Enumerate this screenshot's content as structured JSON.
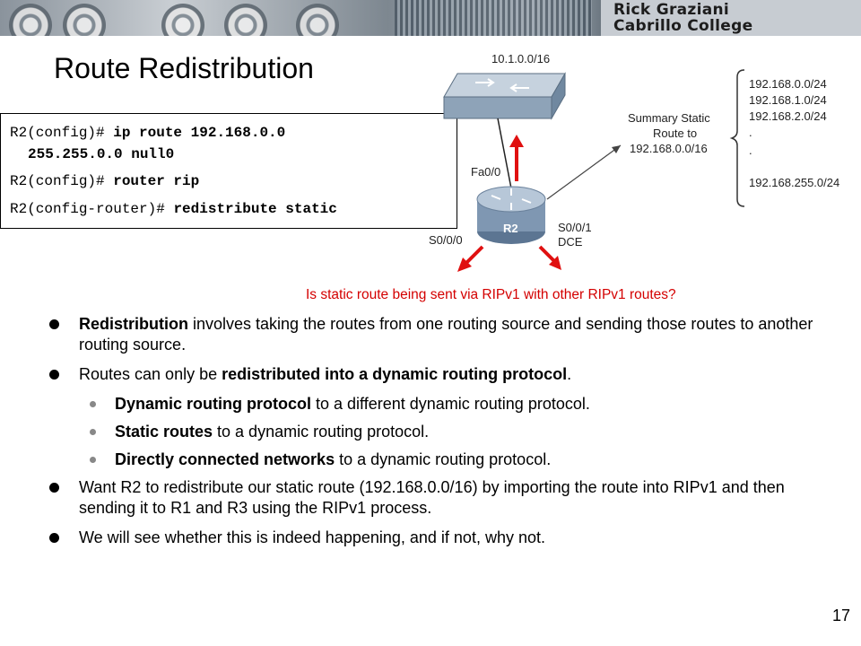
{
  "header": {
    "brand_line1": "Rick Graziani",
    "brand_line2": "Cabrillo College"
  },
  "slide": {
    "title": "Route Redistribution",
    "page_number": "17"
  },
  "commands": {
    "c1_prompt": "R2(config)# ",
    "c1_cmd": "ip route 192.168.0.0",
    "c1_cont": "255.255.0.0 null0",
    "c2_prompt": "R2(config)# ",
    "c2_cmd": "router rip",
    "c3_prompt": "R2(config-router)# ",
    "c3_cmd": "redistribute static"
  },
  "diagram": {
    "network_top": "10.1.0.0/16",
    "fa_label": "Fa0/0",
    "router_label": "R2",
    "s000_label": "S0/0/0",
    "s001_label": "S0/0/1",
    "dce_label": "DCE",
    "summary_l1": "Summary Static",
    "summary_l2": "Route to",
    "summary_l3": "192.168.0.0/16",
    "routes": [
      "192.168.0.0/24",
      "192.168.1.0/24",
      "192.168.2.0/24",
      ".",
      ".",
      "192.168.255.0/24"
    ],
    "question": "Is static route being sent via RIPv1 with other RIPv1 routes?",
    "arrow_color": "#e01010"
  },
  "bullets": {
    "b1_bold": "Redistribution",
    "b1_rest": " involves taking the routes from one routing source and sending those routes to another routing source.",
    "b2_pre": "Routes can only be ",
    "b2_bold": "redistributed into a dynamic routing protocol",
    "b2_post": ".",
    "s1_bold": "Dynamic routing protocol",
    "s1_rest": " to a different dynamic routing protocol.",
    "s2_bold": "Static routes",
    "s2_rest": " to a dynamic routing protocol.",
    "s3_bold": "Directly connected networks",
    "s3_rest": " to a dynamic routing protocol.",
    "b3": "Want R2 to redistribute our static route (192.168.0.0/16) by importing the route into RIPv1 and then sending it to R1 and R3 using the RIPv1 process.",
    "b4": "We will see whether this is indeed happening, and if not, why not."
  }
}
